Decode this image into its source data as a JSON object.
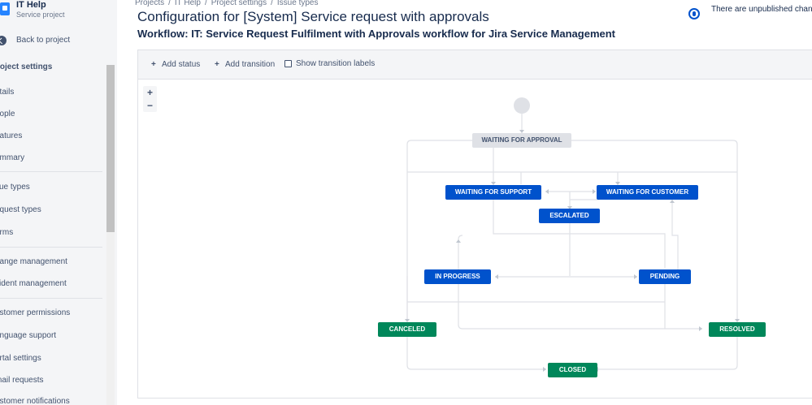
{
  "sidebar": {
    "project_name": "IT Help",
    "project_type": "Service project",
    "back_label": "Back to project",
    "heading": "roject settings",
    "items": [
      {
        "label": "etails"
      },
      {
        "label": "eople"
      },
      {
        "label": "eatures"
      },
      {
        "label": "ummary"
      },
      {
        "label": "sue types"
      },
      {
        "label": "equest types"
      },
      {
        "label": "orms"
      },
      {
        "label": "hange management"
      },
      {
        "label": "cident management"
      },
      {
        "label": "ustomer permissions"
      },
      {
        "label": "anguage support"
      },
      {
        "label": "ortal settings"
      },
      {
        "label": "mail requests"
      },
      {
        "label": "ustomer notifications"
      }
    ]
  },
  "breadcrumb": [
    "Projects",
    "IT Help",
    "Project settings",
    "Issue types"
  ],
  "page": {
    "title": "Configuration for [System] Service request with approvals",
    "subtitle": "Workflow: IT: Service Request Fulfilment with Approvals workflow for Jira Service Management",
    "unpublished_text": "There are unpublished change"
  },
  "toolbar": {
    "add_status": "Add status",
    "add_transition": "Add transition",
    "show_transition_labels": "Show transition labels",
    "show_transition_labels_checked": false
  },
  "zoom": {
    "in": "+",
    "out": "−"
  },
  "workflow": {
    "statuses": {
      "waiting_for_approval": "WAITING FOR APPROVAL",
      "waiting_for_support": "WAITING FOR SUPPORT",
      "waiting_for_customer": "WAITING FOR CUSTOMER",
      "escalated": "ESCALATED",
      "in_progress": "IN PROGRESS",
      "pending": "PENDING",
      "canceled": "CANCELED",
      "resolved": "RESOLVED",
      "closed": "CLOSED"
    }
  },
  "colors": {
    "todo": "#dfe1e6",
    "in_progress": "#0052cc",
    "done": "#00875a",
    "connector": "#dfe1e6"
  }
}
